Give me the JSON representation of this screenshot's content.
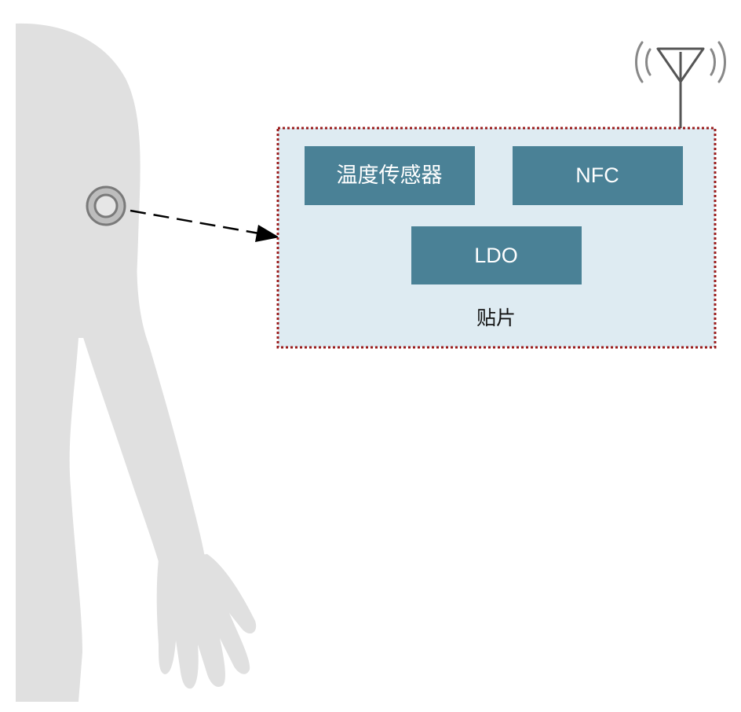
{
  "patch": {
    "label": "贴片",
    "blocks": {
      "temp_sensor": "温度传感器",
      "nfc": "NFC",
      "ldo": "LDO"
    }
  },
  "colors": {
    "silhouette": "#e0e0e0",
    "patch_fill": "#deebf2",
    "patch_border": "#9b1c1c",
    "block_fill": "#4a8196",
    "block_text": "#ffffff",
    "antenna": "#555555",
    "sensor_marker": "#888888",
    "arrow": "#000000"
  },
  "icons": {
    "antenna": "antenna-icon",
    "sensor": "sensor-marker-icon",
    "body": "human-silhouette"
  }
}
